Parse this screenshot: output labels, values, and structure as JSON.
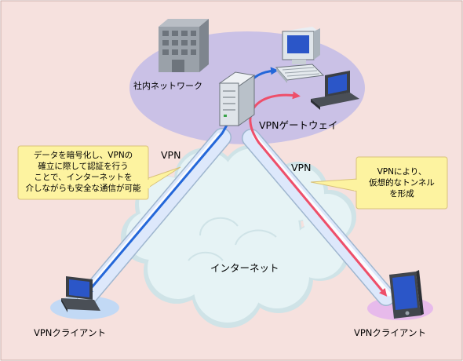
{
  "labels": {
    "office_network": "社内ネットワーク",
    "vpn_gateway": "VPNゲートウェイ",
    "vpn_left": "VPN",
    "vpn_right": "VPN",
    "internet": "インターネット",
    "client_left": "VPNクライアント",
    "client_right": "VPNクライアント"
  },
  "callouts": {
    "left": [
      "データを暗号化し、VPNの",
      "確立に際して認証を行う",
      "ことで、インターネットを",
      "介しながらも安全な通信が可能"
    ],
    "right": [
      "VPNにより、",
      "仮想的なトンネル",
      "を形成"
    ]
  },
  "colors": {
    "background": "#f6e1de",
    "office_ellipse": "#c7bfe6",
    "cloud": "#e6f3f5",
    "tunnel": "#dde8fb",
    "blue_path": "#2467d9",
    "red_path": "#ee4f6a",
    "callout_fill": "#fdf3a0",
    "callout_border": "#d9c27a",
    "client_left_ring": "#bcd8f7",
    "client_right_ring": "#e6b6ec"
  },
  "icons": [
    "office-building-icon",
    "desktop-computer-icon",
    "laptop-icon",
    "server-icon",
    "pda-icon",
    "cloud-icon"
  ]
}
